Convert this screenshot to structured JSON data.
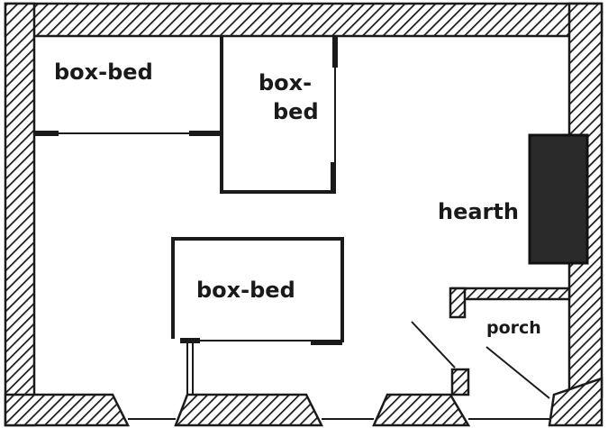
{
  "labels": {
    "box_bed_1": "box-bed",
    "box_bed_2_line1": "box-",
    "box_bed_2_line2": "bed",
    "box_bed_3": "box-bed",
    "hearth": "hearth",
    "porch": "porch"
  },
  "colors": {
    "ink": "#1a1a1a",
    "hearth_fill": "#2a2a2a",
    "paper": "#ffffff"
  }
}
